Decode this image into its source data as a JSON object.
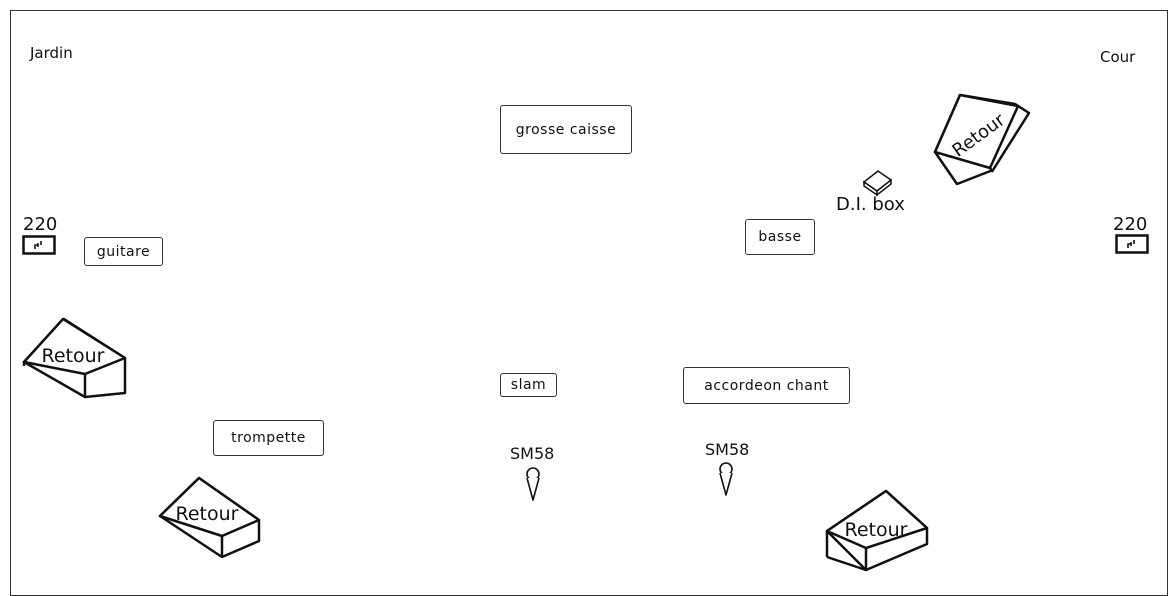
{
  "sides": {
    "left": "Jardin",
    "right": "Cour"
  },
  "instruments": {
    "grosse_caisse": "grosse caisse",
    "guitare": "guitare",
    "basse": "basse",
    "slam": "slam",
    "accordeon_chant": "accordeon chant",
    "trompette": "trompette"
  },
  "outlets": {
    "left": "220",
    "right": "220"
  },
  "di_box": "D.I. box",
  "mics": {
    "center": "SM58",
    "right": "SM58"
  },
  "monitors": {
    "left_mid": "Retour",
    "left_bottom": "Retour",
    "right_top": "Retour",
    "right_bottom": "Retour"
  }
}
